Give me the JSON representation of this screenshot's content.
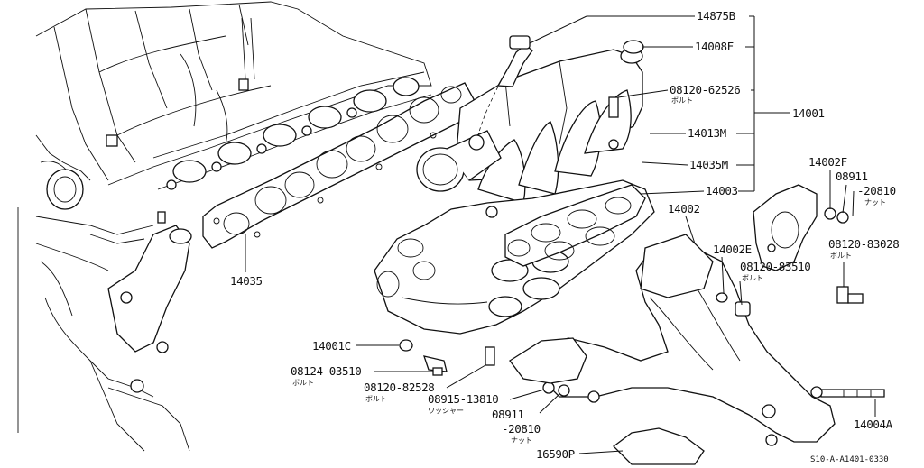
{
  "diagram": {
    "labels": {
      "p14875B": "14875B",
      "p14008F": "14008F",
      "p08120_62526": "08120-62526",
      "p08120_62526_sub": "ボルト",
      "p14001": "14001",
      "p14013M": "14013M",
      "p14035M": "14035M",
      "p14003": "14003",
      "p14002F": "14002F",
      "p08911_a": "08911",
      "p20810_a": "-20810",
      "p20810_a_sub": "ナット",
      "p14002": "14002",
      "p14002E": "14002E",
      "p08120_83028": "08120-83028",
      "p08120_83028_sub": "ボルト",
      "p08120_83510": "08120-83510",
      "p08120_83510_sub": "ボルト",
      "p14035": "14035",
      "p14001C": "14001C",
      "p08124_03510": "08124-03510",
      "p08124_03510_sub": "ボルト",
      "p08120_82528": "08120-82528",
      "p08120_82528_sub": "ボルト",
      "p08915_13810": "08915-13810",
      "p08915_13810_sub": "ワッシャー",
      "p08911_b": "08911",
      "p20810_b": "-20810",
      "p20810_b_sub": "ナット",
      "p16590P": "16590P",
      "p14004A": "14004A",
      "ref_code": "S10-A-A1401-0330"
    }
  }
}
